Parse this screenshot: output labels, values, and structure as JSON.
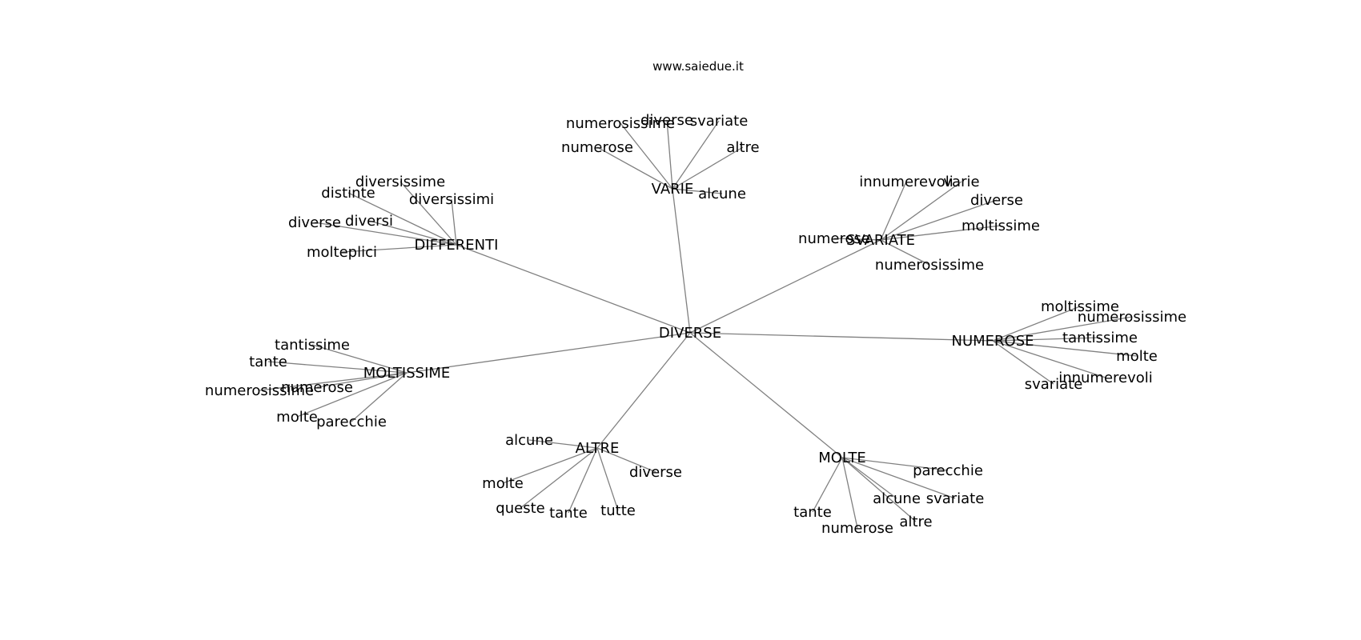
{
  "watermark": "www.saiedue.it",
  "graph": {
    "center": "DIVERSE",
    "hubs": [
      {
        "label": "VARIE",
        "leaves": [
          "numerosissime",
          "diverse",
          "svariate",
          "altre",
          "numerose",
          "alcune"
        ]
      },
      {
        "label": "DIFFERENTI",
        "leaves": [
          "diversissime",
          "distinte",
          "diversissimi",
          "diverse",
          "diversi",
          "molteplici"
        ]
      },
      {
        "label": "SVARIATE",
        "leaves": [
          "innumerevoli",
          "varie",
          "diverse",
          "moltissime",
          "numerose",
          "numerosissime"
        ]
      },
      {
        "label": "NUMEROSE",
        "leaves": [
          "moltissime",
          "numerosissime",
          "tantissime",
          "molte",
          "innumerevoli",
          "svariate"
        ]
      },
      {
        "label": "MOLTISSIME",
        "leaves": [
          "tantissime",
          "tante",
          "numerose",
          "numerosissime",
          "molte",
          "parecchie"
        ]
      },
      {
        "label": "ALTRE",
        "leaves": [
          "alcune",
          "diverse",
          "molte",
          "queste",
          "tante",
          "tutte"
        ]
      },
      {
        "label": "MOLTE",
        "leaves": [
          "parecchie",
          "alcune",
          "svariate",
          "tante",
          "numerose",
          "altre"
        ]
      }
    ]
  }
}
